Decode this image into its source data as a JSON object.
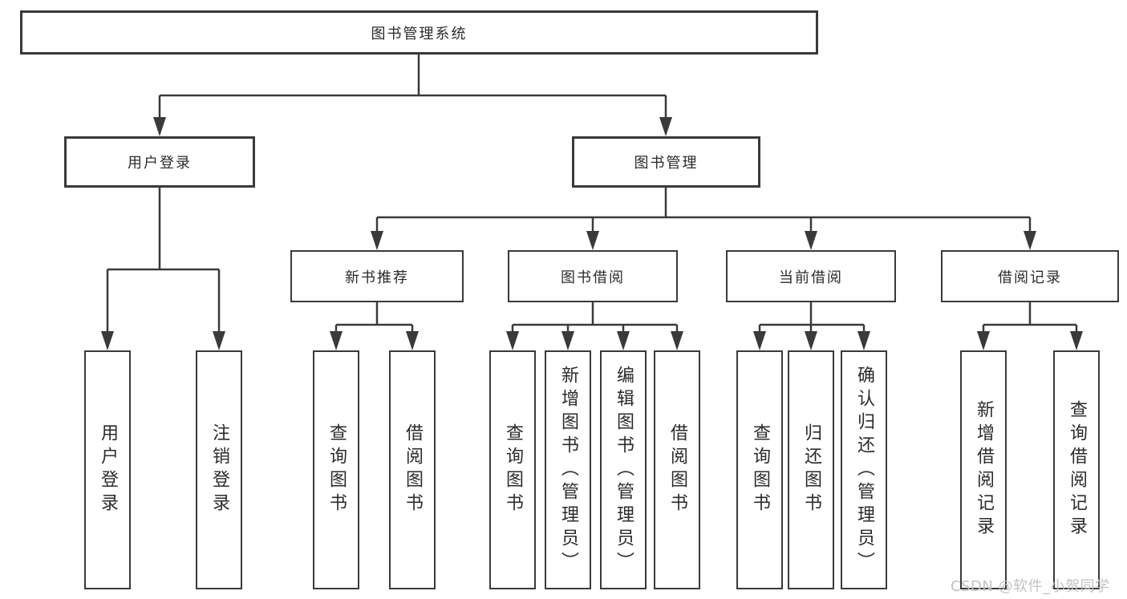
{
  "diagram": {
    "root": {
      "label": "图书管理系统"
    },
    "branches": [
      {
        "label": "用户登录",
        "leaves": [
          {
            "label": "用户登录"
          },
          {
            "label": "注销登录"
          }
        ]
      },
      {
        "label": "图书管理",
        "sections": [
          {
            "label": "新书推荐",
            "leaves": [
              {
                "label": "查询图书"
              },
              {
                "label": "借阅图书"
              }
            ]
          },
          {
            "label": "图书借阅",
            "leaves": [
              {
                "label": "查询图书"
              },
              {
                "label": "新增图书（管理员）"
              },
              {
                "label": "编辑图书（管理员）"
              },
              {
                "label": "借阅图书"
              }
            ]
          },
          {
            "label": "当前借阅",
            "leaves": [
              {
                "label": "查询图书"
              },
              {
                "label": "归还图书"
              },
              {
                "label": "确认归还（管理员）"
              }
            ]
          },
          {
            "label": "借阅记录",
            "leaves": [
              {
                "label": "新增借阅记录"
              },
              {
                "label": "查询借阅记录"
              }
            ]
          }
        ]
      }
    ]
  },
  "watermark": {
    "text": "CSDN @软件_小贺同学"
  },
  "colors": {
    "line": "#3a3a3c",
    "text": "#2b2b2d",
    "watermark": "#c2c2c6",
    "background": "#ffffff"
  }
}
